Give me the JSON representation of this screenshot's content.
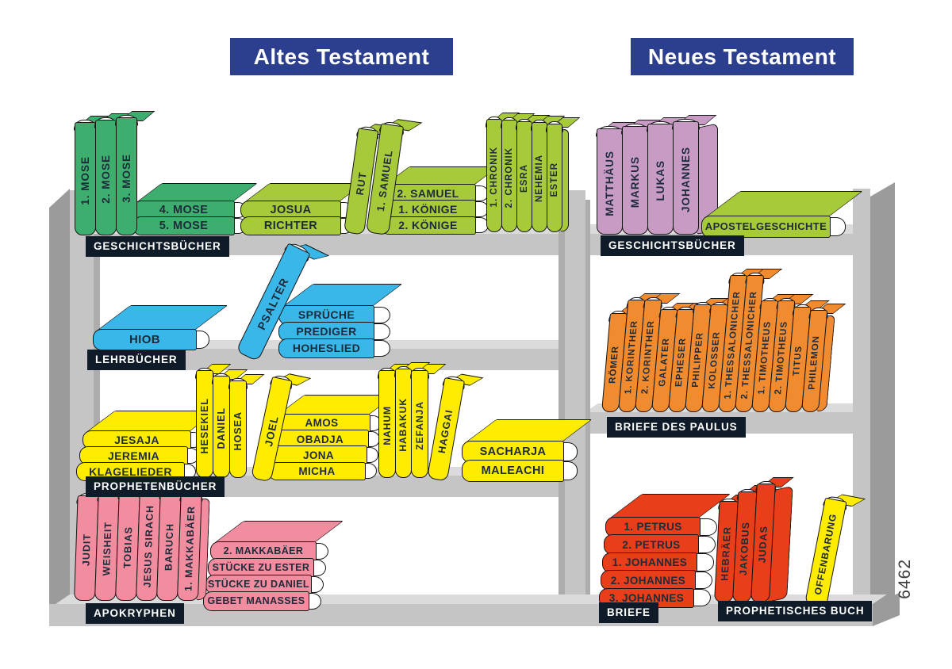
{
  "plates": {
    "left": "Altes Testament",
    "right": "Neues Testament"
  },
  "labels": {
    "at_top": "GESCHICHTSBÜCHER",
    "nt_top": "GESCHICHTSBÜCHER",
    "at_lehr": "LEHRBÜCHER",
    "nt_paulus": "BRIEFE DES PAULUS",
    "at_proph": "PROPHETENBÜCHER",
    "at_apo": "APOKRYPHEN",
    "nt_briefe": "BRIEFE",
    "nt_proph_buch": "PROPHETISCHES BUCH"
  },
  "figure_number": "6462",
  "colors": {
    "green": "#3EAE6E",
    "lightgreen": "#A6CA3A",
    "purple": "#C79BC4",
    "cyan": "#39B7E9",
    "orange": "#F18B2F",
    "yellow": "#FFEC00",
    "pink": "#F28C9F",
    "red": "#E93E1A",
    "plate_blue": "#2C3F8F",
    "label_bg": "#0F1B28",
    "shelf_front": "#C5C5C5",
    "shelf_top": "#DBDBDB",
    "shelf_side": "#9B9B9B",
    "book_text": "#1D2B3A",
    "outline": "#161616"
  },
  "groups": {
    "mose-vertical": {
      "color": "green",
      "books": [
        "1. MOSE",
        "2. MOSE",
        "3. MOSE"
      ]
    },
    "mose-stack": {
      "color": "green",
      "books": [
        "4. MOSE",
        "5. MOSE"
      ]
    },
    "josua-stack": {
      "color": "lightgreen",
      "books": [
        "JOSUA",
        "RICHTER"
      ]
    },
    "rut-samuel": {
      "color": "lightgreen",
      "books": [
        "RUT",
        "1. SAMUEL"
      ]
    },
    "samuel-stack": {
      "color": "lightgreen",
      "books": [
        "2. SAMUEL",
        "1. KÖNIGE",
        "2. KÖNIGE"
      ]
    },
    "chronik-vertical": {
      "color": "lightgreen",
      "books": [
        "1. CHRONIK",
        "2. CHRONIK",
        "ESRA",
        "NEHEMIA",
        "ESTER"
      ]
    },
    "gospels": {
      "color": "purple",
      "books": [
        "MATTHÄUS",
        "MARKUS",
        "LUKAS",
        "JOHANNES"
      ]
    },
    "apostelgeschichte": {
      "color": "lightgreen",
      "books": [
        "APOSTELGESCHICHTE"
      ]
    },
    "hiob": {
      "color": "cyan",
      "books": [
        "HIOB"
      ]
    },
    "psalter": {
      "color": "cyan",
      "books": [
        "PSALTER"
      ]
    },
    "sprueche-stack": {
      "color": "cyan",
      "books": [
        "SPRÜCHE",
        "PREDIGER",
        "HOHESLIED"
      ]
    },
    "paulus": {
      "color": "orange",
      "books": [
        "RÖMER",
        "1. KORINTHER",
        "2. KORINTHER",
        "GALATER",
        "EPHESER",
        "PHILIPPER",
        "KOLOSSER",
        "1. THESSALONICHER",
        "2. THESSALONICHER",
        "1. TIMOTHEUS",
        "2. TIMOTHEUS",
        "TITUS",
        "PHILEMON"
      ]
    },
    "jesaja-stack": {
      "color": "yellow",
      "books": [
        "JESAJA",
        "JEREMIA",
        "KLAGELIEDER"
      ]
    },
    "hesekiel-vertical": {
      "color": "yellow",
      "books": [
        "HESEKIEL",
        "DANIEL",
        "HOSEA"
      ]
    },
    "joel": {
      "color": "yellow",
      "books": [
        "JOEL"
      ]
    },
    "amos-stack": {
      "color": "yellow",
      "books": [
        "AMOS",
        "OBADJA",
        "JONA",
        "MICHA"
      ]
    },
    "nahum-vertical": {
      "color": "yellow",
      "books": [
        "NAHUM",
        "HABAKUK",
        "ZEFANJA"
      ]
    },
    "haggai": {
      "color": "yellow",
      "books": [
        "HAGGAI"
      ]
    },
    "sacharja-stack": {
      "color": "yellow",
      "books": [
        "SACHARJA",
        "MALEACHI"
      ]
    },
    "apokryphen-vertical": {
      "color": "pink",
      "books": [
        "JUDIT",
        "WEISHEIT",
        "TOBIAS",
        "JESUS SIRACH",
        "BARUCH",
        "1. MAKKABÄER"
      ]
    },
    "apokryphen-stack": {
      "color": "pink",
      "books": [
        "2. MAKKABÄER",
        "STÜCKE ZU ESTER",
        "STÜCKE ZU DANIEL",
        "GEBET MANASSES"
      ]
    },
    "briefe-stack": {
      "color": "red",
      "books": [
        "1. PETRUS",
        "2. PETRUS",
        "1. JOHANNES",
        "2. JOHANNES",
        "3. JOHANNES"
      ]
    },
    "hebraeer-vertical": {
      "color": "red",
      "books": [
        "HEBRÄER",
        "JAKOBUS",
        "JUDAS"
      ]
    },
    "offenbarung": {
      "color": "yellow",
      "books": [
        "OFFENBARUNG"
      ]
    }
  }
}
